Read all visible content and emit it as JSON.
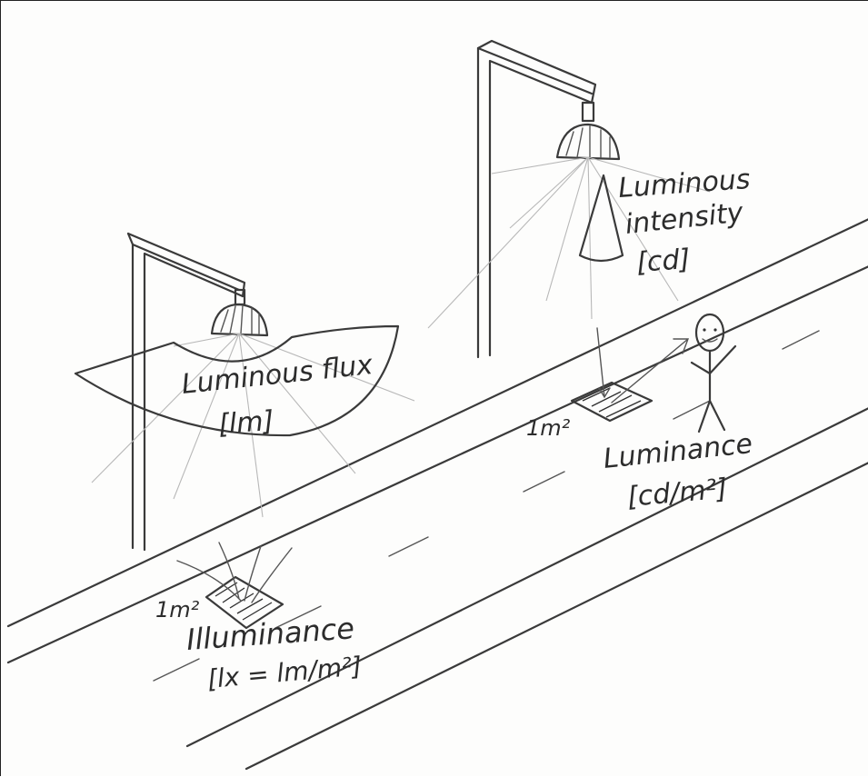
{
  "labels": {
    "luminous_flux": "Luminous flux",
    "luminous_flux_unit": "[lm]",
    "luminous_intensity_line1": "Luminous",
    "luminous_intensity_line2": "intensity",
    "luminous_intensity_unit": "[cd]",
    "luminance": "Luminance",
    "luminance_unit": "[cd/m²]",
    "illuminance": "Illuminance",
    "illuminance_unit": "[lx = lm/m²]",
    "area_left": "1m²",
    "area_right": "1m²"
  },
  "colors": {
    "ink": "#3a3a3a",
    "rays": "#b8b8b8",
    "paper": "#fdfdfc"
  },
  "icons": {
    "lamp": "street-lamp-icon",
    "person": "stick-figure-icon"
  }
}
